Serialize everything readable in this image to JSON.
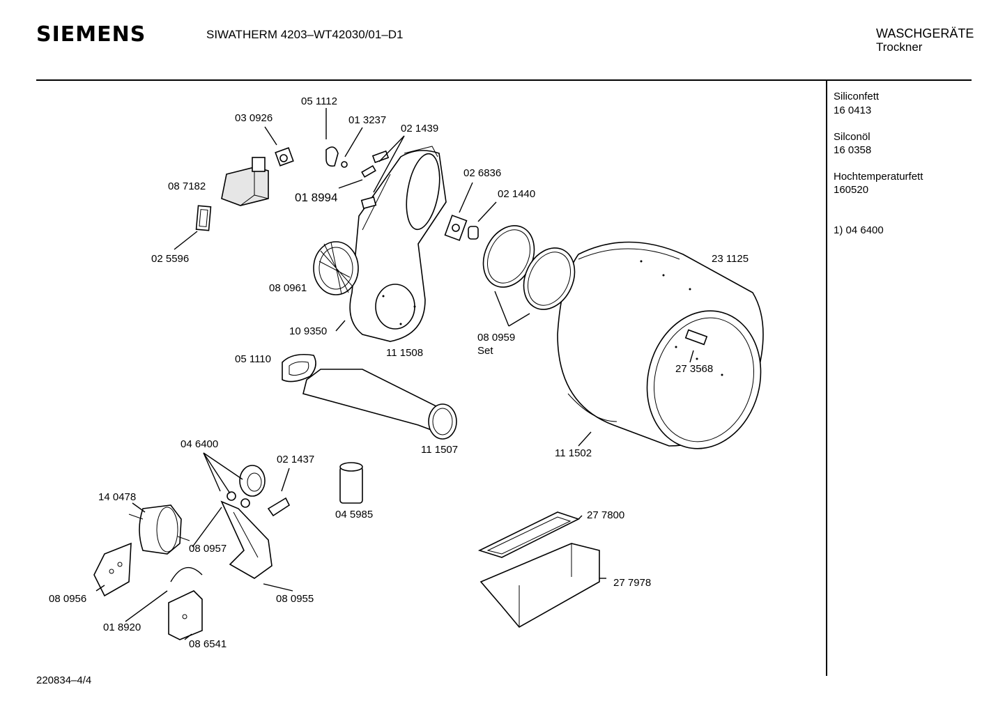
{
  "header": {
    "logo": "SIEMENS",
    "title": "SIWATHERM 4203–WT42030/01–D1",
    "category": "WASCHGERÄTE",
    "subcategory": "Trockner"
  },
  "sidebar": {
    "items": [
      {
        "name": "Siliconfett",
        "code": "16 0413"
      },
      {
        "name": "Silconöl",
        "code": "16 0358"
      },
      {
        "name": "Hochtemperaturfett",
        "code": "160520"
      }
    ],
    "note": "1)  04 6400"
  },
  "parts": [
    {
      "id": "p051112",
      "label": "05 1112"
    },
    {
      "id": "p030926",
      "label": "03 0926"
    },
    {
      "id": "p013237",
      "label": "01 3237"
    },
    {
      "id": "p021439",
      "label": "02 1439"
    },
    {
      "id": "p087182",
      "label": "08 7182"
    },
    {
      "id": "p018994",
      "label": "01 8994"
    },
    {
      "id": "p026836",
      "label": "02 6836"
    },
    {
      "id": "p021440",
      "label": "02 1440"
    },
    {
      "id": "p025596",
      "label": "02 5596"
    },
    {
      "id": "p231125",
      "label": "23 1125"
    },
    {
      "id": "p080961",
      "label": "08 0961"
    },
    {
      "id": "p109350",
      "label": "10 9350"
    },
    {
      "id": "p111508",
      "label": "11 1508"
    },
    {
      "id": "p080959",
      "label": "08 0959"
    },
    {
      "id": "pset",
      "label": "Set"
    },
    {
      "id": "p051110",
      "label": "05 1110"
    },
    {
      "id": "p273568",
      "label": "27 3568"
    },
    {
      "id": "p111507",
      "label": "11 1507"
    },
    {
      "id": "p111502",
      "label": "11 1502"
    },
    {
      "id": "p046400",
      "label": "04 6400"
    },
    {
      "id": "p021437",
      "label": "02 1437"
    },
    {
      "id": "p140478",
      "label": "14 0478"
    },
    {
      "id": "p045985",
      "label": "04 5985"
    },
    {
      "id": "p277800",
      "label": "27 7800"
    },
    {
      "id": "p080957",
      "label": "08 0957"
    },
    {
      "id": "p277978",
      "label": "27 7978"
    },
    {
      "id": "p080956",
      "label": "08 0956"
    },
    {
      "id": "p080955",
      "label": "08 0955"
    },
    {
      "id": "p018920",
      "label": "01 8920"
    },
    {
      "id": "p086541",
      "label": "08 6541"
    }
  ],
  "footer": {
    "code": "220834–4/4"
  }
}
